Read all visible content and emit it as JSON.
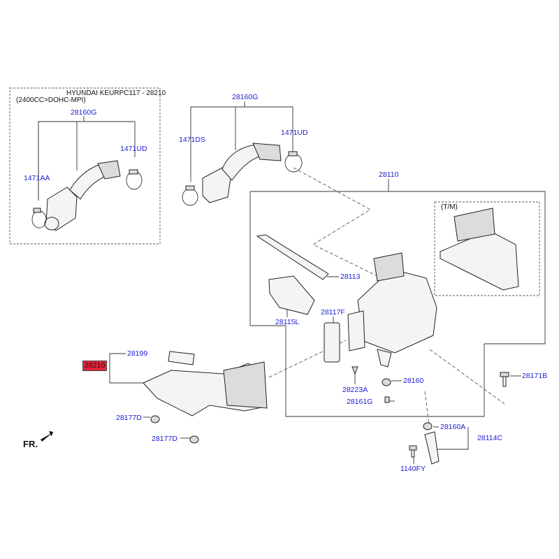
{
  "header": {
    "model_line": "HYUNDAI KEURPC117 - 28210",
    "engine_note": "(2400CC>DOHC-MPI)",
    "tm_note": "(T/M)",
    "fr_label": "FR."
  },
  "labels": {
    "p28160G_left": "28160G",
    "p1471UD_left": "1471UD",
    "p1471AA": "1471AA",
    "p28160G_top": "28160G",
    "p1471DS": "1471DS",
    "p1471UD_top": "1471UD",
    "p28110": "28110",
    "p28113": "28113",
    "p28115L": "28115L",
    "p28117F": "28117F",
    "p28199": "28199",
    "p28210": "28210",
    "p28223A": "28223A",
    "p28160": "28160",
    "p28161G": "28161G",
    "p28171B": "28171B",
    "p28177D_a": "28177D",
    "p28177D_b": "28177D",
    "p28160A": "28160A",
    "p28114C": "28114C",
    "p1140FY": "1140FY"
  },
  "colors": {
    "part_label": "#1a1ad6",
    "highlight": "#e8233a",
    "line": "#333333"
  }
}
